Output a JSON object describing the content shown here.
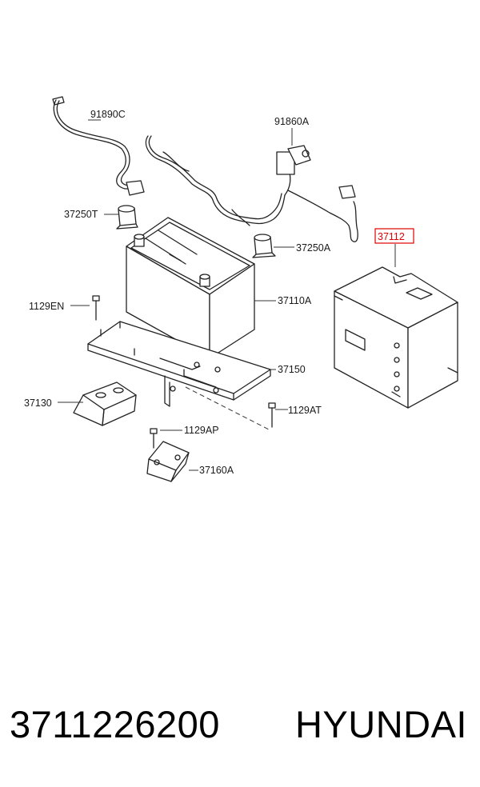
{
  "labels": {
    "l91890C": "91890C",
    "l91860A": "91860A",
    "l37250T": "37250T",
    "l37250A": "37250A",
    "l37112": "37112",
    "l1129EN": "1129EN",
    "l37110A": "37110A",
    "l37150": "37150",
    "l37130": "37130",
    "l1129AT": "1129AT",
    "l1129AP": "1129AP",
    "l37160A": "37160A"
  },
  "footer": {
    "part_number": "3711226200",
    "brand": "HYUNDAI"
  },
  "colors": {
    "highlight": "#e00000",
    "line": "#222222"
  }
}
